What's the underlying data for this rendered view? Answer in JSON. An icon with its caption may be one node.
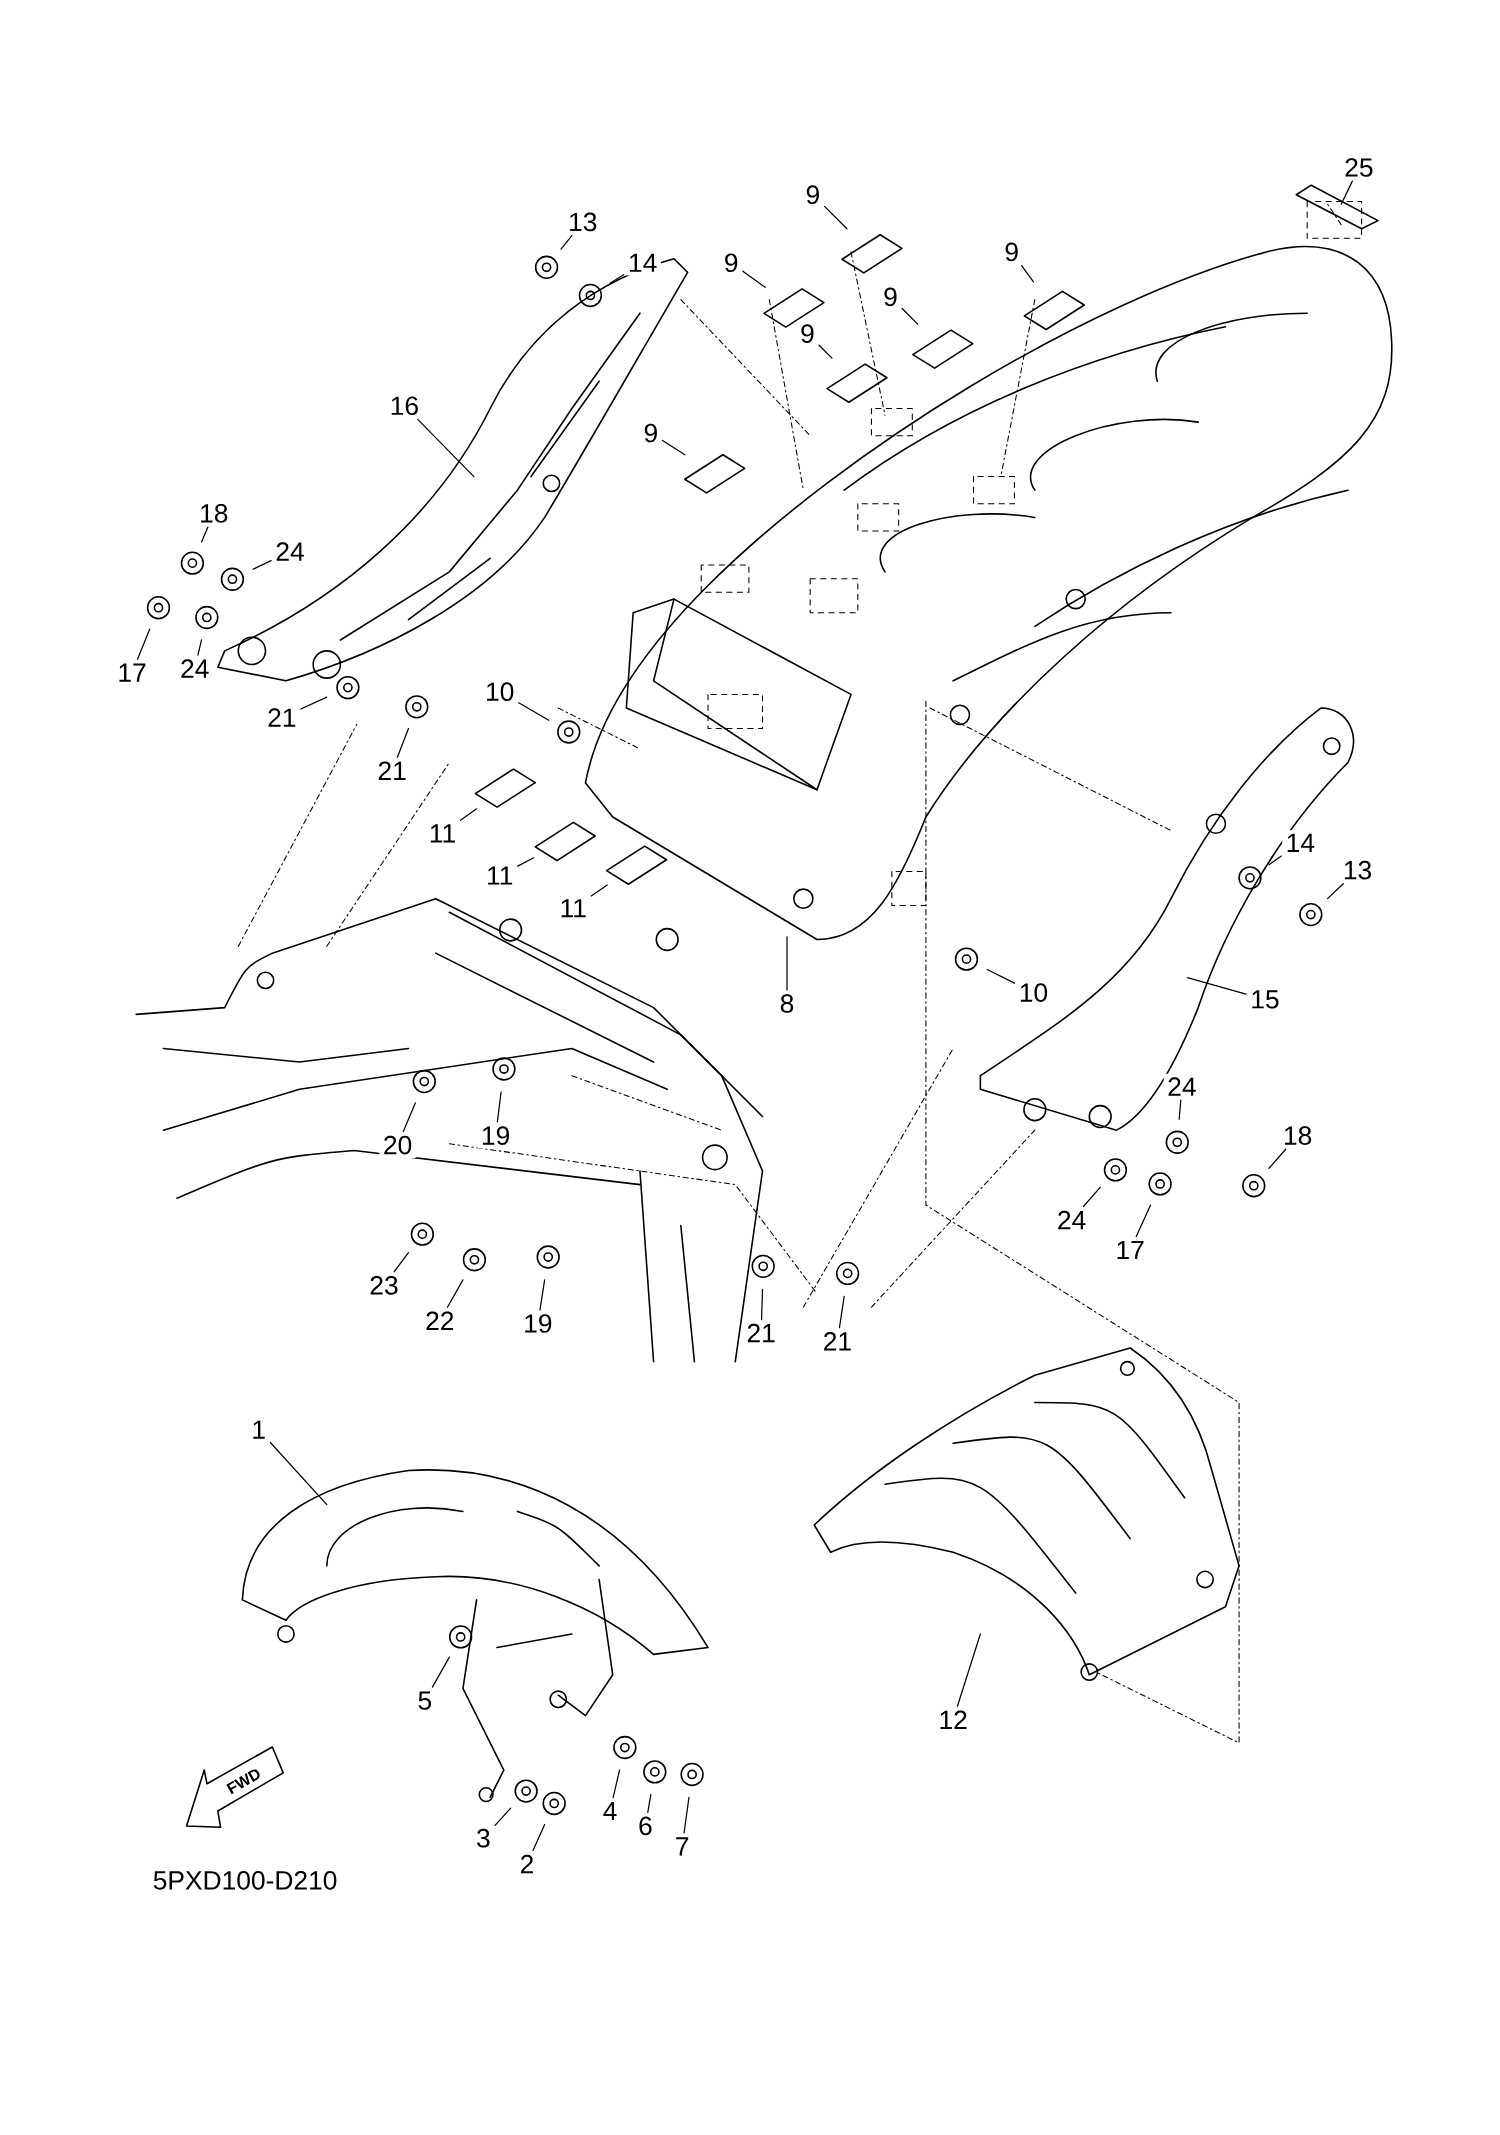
{
  "diagram": {
    "nodes": [
      {
        "text": [
          "25"
        ]
      },
      {
        "text": [
          "9"
        ]
      },
      {
        "text": [
          "13"
        ]
      },
      {
        "text": [
          "14"
        ]
      },
      {
        "text": [
          "9"
        ]
      },
      {
        "text": [
          "9"
        ]
      },
      {
        "text": [
          "9"
        ]
      },
      {
        "text": [
          "9"
        ]
      },
      {
        "text": [
          "16"
        ]
      },
      {
        "text": [
          "9"
        ]
      },
      {
        "text": [
          "18"
        ]
      },
      {
        "text": [
          "24"
        ]
      },
      {
        "text": [
          "17"
        ]
      },
      {
        "text": [
          "24"
        ]
      },
      {
        "text": [
          "10"
        ]
      },
      {
        "text": [
          "21"
        ]
      },
      {
        "text": [
          "21"
        ]
      },
      {
        "text": [
          "11"
        ]
      },
      {
        "text": [
          "11"
        ]
      },
      {
        "text": [
          "11"
        ]
      },
      {
        "text": [
          "13"
        ]
      },
      {
        "text": [
          "14"
        ]
      },
      {
        "text": [
          "10"
        ]
      },
      {
        "text": [
          "15"
        ]
      },
      {
        "text": [
          "8"
        ]
      },
      {
        "text": [
          "24"
        ]
      },
      {
        "text": [
          "18"
        ]
      },
      {
        "text": [
          "20"
        ]
      },
      {
        "text": [
          "19"
        ]
      },
      {
        "text": [
          "24"
        ]
      },
      {
        "text": [
          "17"
        ]
      },
      {
        "text": [
          "23"
        ]
      },
      {
        "text": [
          "22"
        ]
      },
      {
        "text": [
          "19"
        ]
      },
      {
        "text": [
          "21"
        ]
      },
      {
        "text": [
          "21"
        ]
      },
      {
        "text": [
          "1"
        ]
      },
      {
        "text": [
          "5"
        ]
      },
      {
        "text": [
          "12"
        ]
      },
      {
        "text": [
          "4"
        ]
      },
      {
        "text": [
          "3"
        ]
      },
      {
        "text": [
          "6"
        ]
      },
      {
        "text": [
          "7"
        ]
      },
      {
        "text": [
          "2"
        ]
      }
    ],
    "edges": [
      {
        "from": 0,
        "to": null,
        "arrow": "none"
      },
      {
        "from": 1,
        "to": null,
        "arrow": "none"
      },
      {
        "from": 2,
        "to": null,
        "arrow": "none"
      },
      {
        "from": 3,
        "to": null,
        "arrow": "none"
      },
      {
        "from": 4,
        "to": null,
        "arrow": "none"
      },
      {
        "from": 5,
        "to": null,
        "arrow": "none"
      },
      {
        "from": 6,
        "to": null,
        "arrow": "none"
      },
      {
        "from": 7,
        "to": null,
        "arrow": "none"
      },
      {
        "from": 8,
        "to": null,
        "arrow": "none"
      },
      {
        "from": 9,
        "to": null,
        "arrow": "none"
      },
      {
        "from": 10,
        "to": null,
        "arrow": "none"
      },
      {
        "from": 11,
        "to": null,
        "arrow": "none"
      },
      {
        "from": 12,
        "to": null,
        "arrow": "none"
      },
      {
        "from": 13,
        "to": null,
        "arrow": "none"
      },
      {
        "from": 14,
        "to": null,
        "arrow": "none"
      },
      {
        "from": 15,
        "to": null,
        "arrow": "none"
      },
      {
        "from": 16,
        "to": null,
        "arrow": "none"
      },
      {
        "from": 17,
        "to": null,
        "arrow": "none"
      },
      {
        "from": 18,
        "to": null,
        "arrow": "none"
      },
      {
        "from": 19,
        "to": null,
        "arrow": "none"
      },
      {
        "from": 20,
        "to": null,
        "arrow": "none"
      },
      {
        "from": 21,
        "to": null,
        "arrow": "none"
      },
      {
        "from": 22,
        "to": null,
        "arrow": "none"
      },
      {
        "from": 23,
        "to": null,
        "arrow": "none"
      },
      {
        "from": 24,
        "to": null,
        "arrow": "none"
      },
      {
        "from": 25,
        "to": null,
        "arrow": "none"
      },
      {
        "from": 26,
        "to": null,
        "arrow": "none"
      },
      {
        "from": 27,
        "to": null,
        "arrow": "none"
      },
      {
        "from": 28,
        "to": null,
        "arrow": "none"
      },
      {
        "from": 29,
        "to": null,
        "arrow": "none"
      },
      {
        "from": 30,
        "to": null,
        "arrow": "none"
      },
      {
        "from": 31,
        "to": null,
        "arrow": "none"
      },
      {
        "from": 32,
        "to": null,
        "arrow": "none"
      },
      {
        "from": 33,
        "to": null,
        "arrow": "none"
      },
      {
        "from": 34,
        "to": null,
        "arrow": "none"
      },
      {
        "from": 35,
        "to": null,
        "arrow": "none"
      },
      {
        "from": 36,
        "to": null,
        "arrow": "none"
      },
      {
        "from": 37,
        "to": null,
        "arrow": "none"
      },
      {
        "from": 38,
        "to": null,
        "arrow": "none"
      },
      {
        "from": 39,
        "to": null,
        "arrow": "none"
      },
      {
        "from": 40,
        "to": null,
        "arrow": "none"
      },
      {
        "from": 41,
        "to": null,
        "arrow": "none"
      },
      {
        "from": 42,
        "to": null,
        "arrow": "none"
      },
      {
        "from": 43,
        "to": null,
        "arrow": "none"
      }
    ],
    "labels": [
      "FWD",
      "5PXD100-D210"
    ]
  }
}
